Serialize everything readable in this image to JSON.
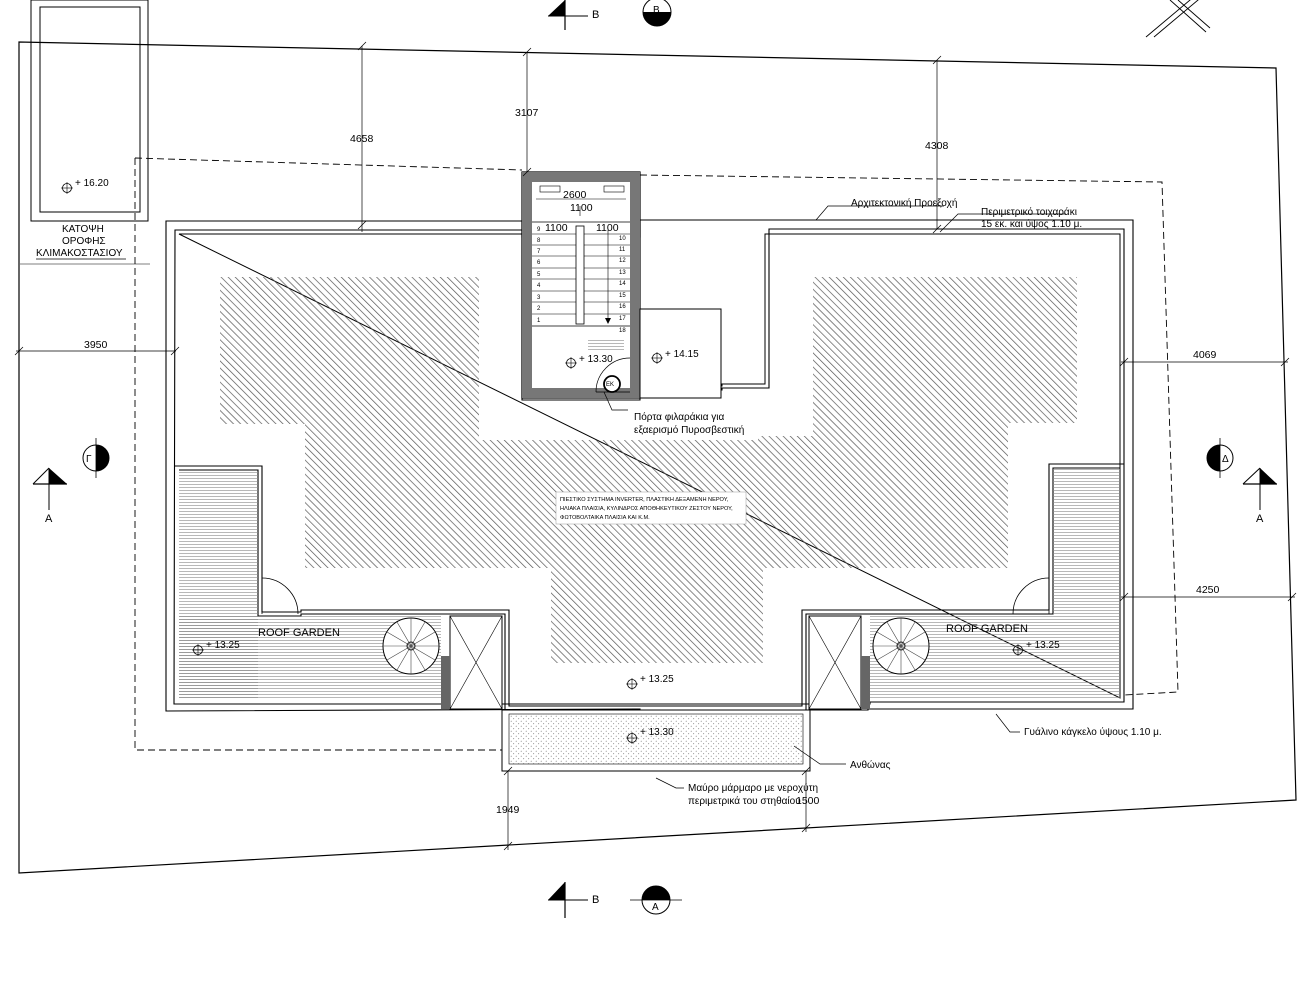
{
  "title_block": {
    "line1": "ΚΑΤΟΨΗ",
    "line2": "ΟΡΟΦΗΣ",
    "line3": "ΚΛΙΜΑΚΟΣΤΑΣΙΟΥ",
    "level": "+ 16.20"
  },
  "dimensions": {
    "d4658": "4658",
    "d3107": "3107",
    "d4308": "4308",
    "d3950": "3950",
    "d4069": "4069",
    "d4250": "4250",
    "d1949": "1949",
    "d1500": "1500",
    "d2600": "2600",
    "d1100_top": "1100",
    "d1100_left": "1100",
    "d1100_right": "1100"
  },
  "levels": {
    "stair_landing": "+ 13.30",
    "storage_room": "+ 14.15",
    "roof_garden_left": "+ 13.25",
    "roof_garden_right": "+ 13.25",
    "roof_center": "+ 13.25",
    "planter": "+ 13.30"
  },
  "labels": {
    "roof_garden_left": "ROOF GARDEN",
    "roof_garden_right": "ROOF GARDEN",
    "arch_projection": "Αρχιτεκτονική Προεξοχή",
    "parapet_line1": "Περιμετρικό τοιχαράκι",
    "parapet_line2": "15 εκ. και ύψος 1.10 μ.",
    "door_line1": "Πόρτα φιλαράκια για",
    "door_line2": "εξαερισμό Πυροσβεστική",
    "equipment_line1": "ΠΙΕΣΤΙΚΟ ΣΥΣΤΗΜΑ INVERTER, ΠΛΑΣΤΙΚΗ ΔΕΞΑΜΕΝΗ ΝΕΡΟΥ,",
    "equipment_line2": "ΗΛΙΑΚΑ ΠΛΑΙΣΙΑ,  ΚΥΛΙΝΔΡΟΣ ΑΠΟΘΗΚΕΥΤΙΚΟΥ ΖΕΣΤΟΥ ΝΕΡΟΥ,",
    "equipment_line3": "ΦΩΤΟΒΟΛΤΑΙΚΑ ΠΛΑΙΣΙΑ ΚΑΙ Κ.Μ.",
    "glass_railing": "Γυάλινο κάγκελο ύψους 1.10 μ.",
    "planter": "Ανθώνας",
    "marble_line1": "Μαύρο μάρμαρο με νεροχύτη",
    "marble_line2": "περιμετρικά του στηθαίου",
    "hatch_symbol": "ΕΚ"
  },
  "stair_numbers_left": [
    "9",
    "8",
    "7",
    "6",
    "5",
    "4",
    "3",
    "2",
    "1"
  ],
  "stair_numbers_right": [
    "10",
    "11",
    "12",
    "13",
    "14",
    "15",
    "16",
    "17",
    "18"
  ],
  "section_marks": {
    "top_b": "B",
    "top_b_circle": "B",
    "bottom_b": "B",
    "bottom_a_circle": "A",
    "left_a": "A",
    "right_a": "A",
    "left_gamma": "Γ",
    "right_delta": "Δ"
  }
}
